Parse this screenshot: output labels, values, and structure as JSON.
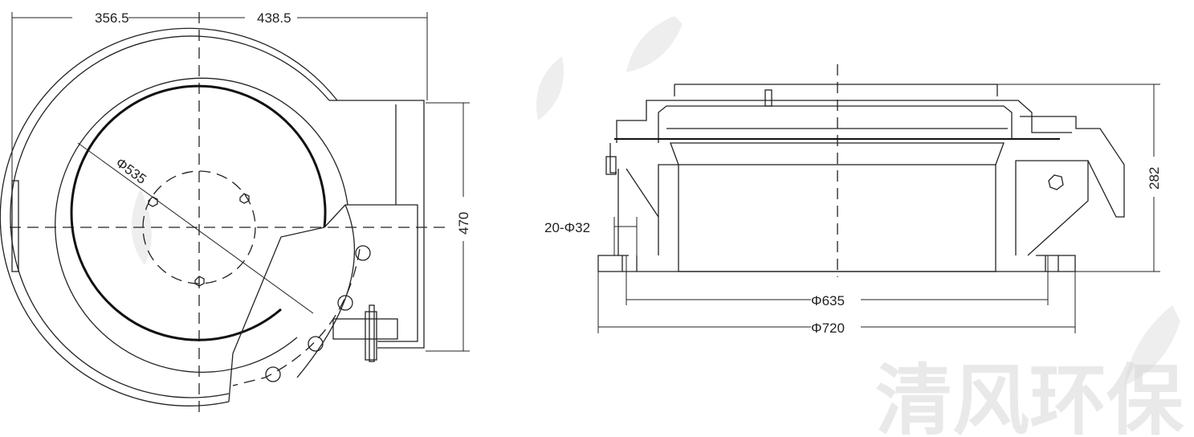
{
  "watermark": "清风环保",
  "top_view": {
    "dim_left": "356.5",
    "dim_right": "438.5",
    "dim_height": "470",
    "dim_diameter": "Φ535"
  },
  "side_view": {
    "dim_holes": "20-Φ32",
    "dim_bolt_circle": "Φ635",
    "dim_base": "Φ720",
    "dim_height": "282"
  }
}
